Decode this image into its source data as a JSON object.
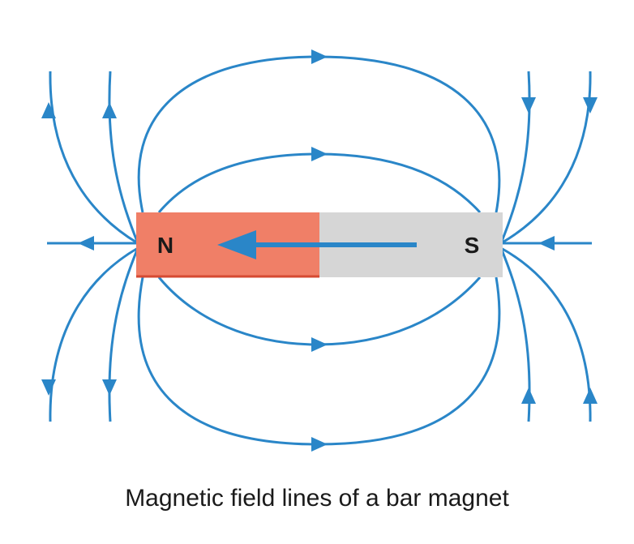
{
  "magnet": {
    "north_label": "N",
    "south_label": "S",
    "north_color": "#f07f67",
    "south_color": "#d6d6d6",
    "line_color": "#2a86c8"
  },
  "caption": "Magnetic field lines of a bar magnet"
}
